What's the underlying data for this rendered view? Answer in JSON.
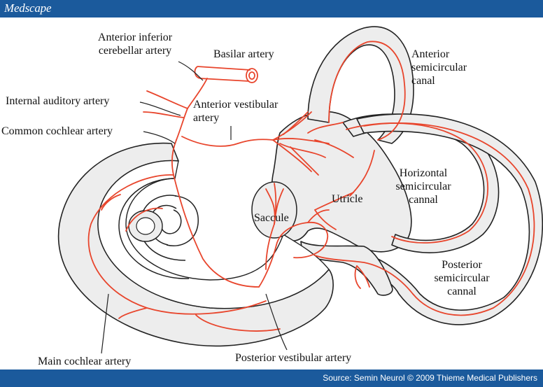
{
  "header": {
    "logo": "Medscape"
  },
  "footer": {
    "source": "Source: Semin Neurol © 2009 Thieme Medical Publishers"
  },
  "labels": {
    "aica_1": "Anterior inferior",
    "aica_2": "cerebellar artery",
    "basilar": "Basilar artery",
    "internal_auditory": "Internal auditory artery",
    "ant_vestibular_1": "Anterior vestibular",
    "ant_vestibular_2": "artery",
    "common_cochlear": "Common cochlear artery",
    "ant_canal_1": "Anterior",
    "ant_canal_2": "semicircular",
    "ant_canal_3": "canal",
    "hor_canal_1": "Horizontal",
    "hor_canal_2": "semicircular",
    "hor_canal_3": "cannal",
    "utricle": "Utricle",
    "saccule": "Saccule",
    "post_canal_1": "Posterior",
    "post_canal_2": "semicircular",
    "post_canal_3": "cannal",
    "main_cochlear": "Main cochlear artery",
    "post_vestibular": "Posterior vestibular artery"
  },
  "colors": {
    "bar": "#1b5a9c",
    "artery": "#e8452c",
    "tissue": "#ededed",
    "outline": "#222222"
  }
}
